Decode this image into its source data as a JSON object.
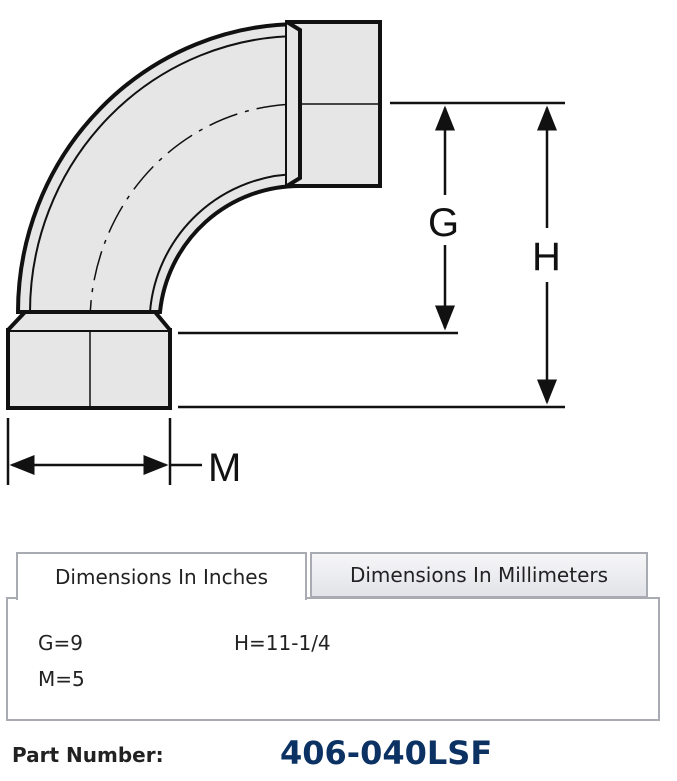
{
  "diagram": {
    "labels": {
      "g": "G",
      "h": "H",
      "m": "M"
    }
  },
  "tabs": [
    {
      "label": "Dimensions In Inches",
      "active": true
    },
    {
      "label": "Dimensions In Millimeters",
      "active": false
    }
  ],
  "dimensions": {
    "g": "G=9",
    "h": "H=11-1/4",
    "m": "M=5"
  },
  "part": {
    "label": "Part Number:",
    "value": "406-040LSF"
  },
  "colors": {
    "part_number": "#0b3263",
    "tab_border": "#a9abb3"
  }
}
